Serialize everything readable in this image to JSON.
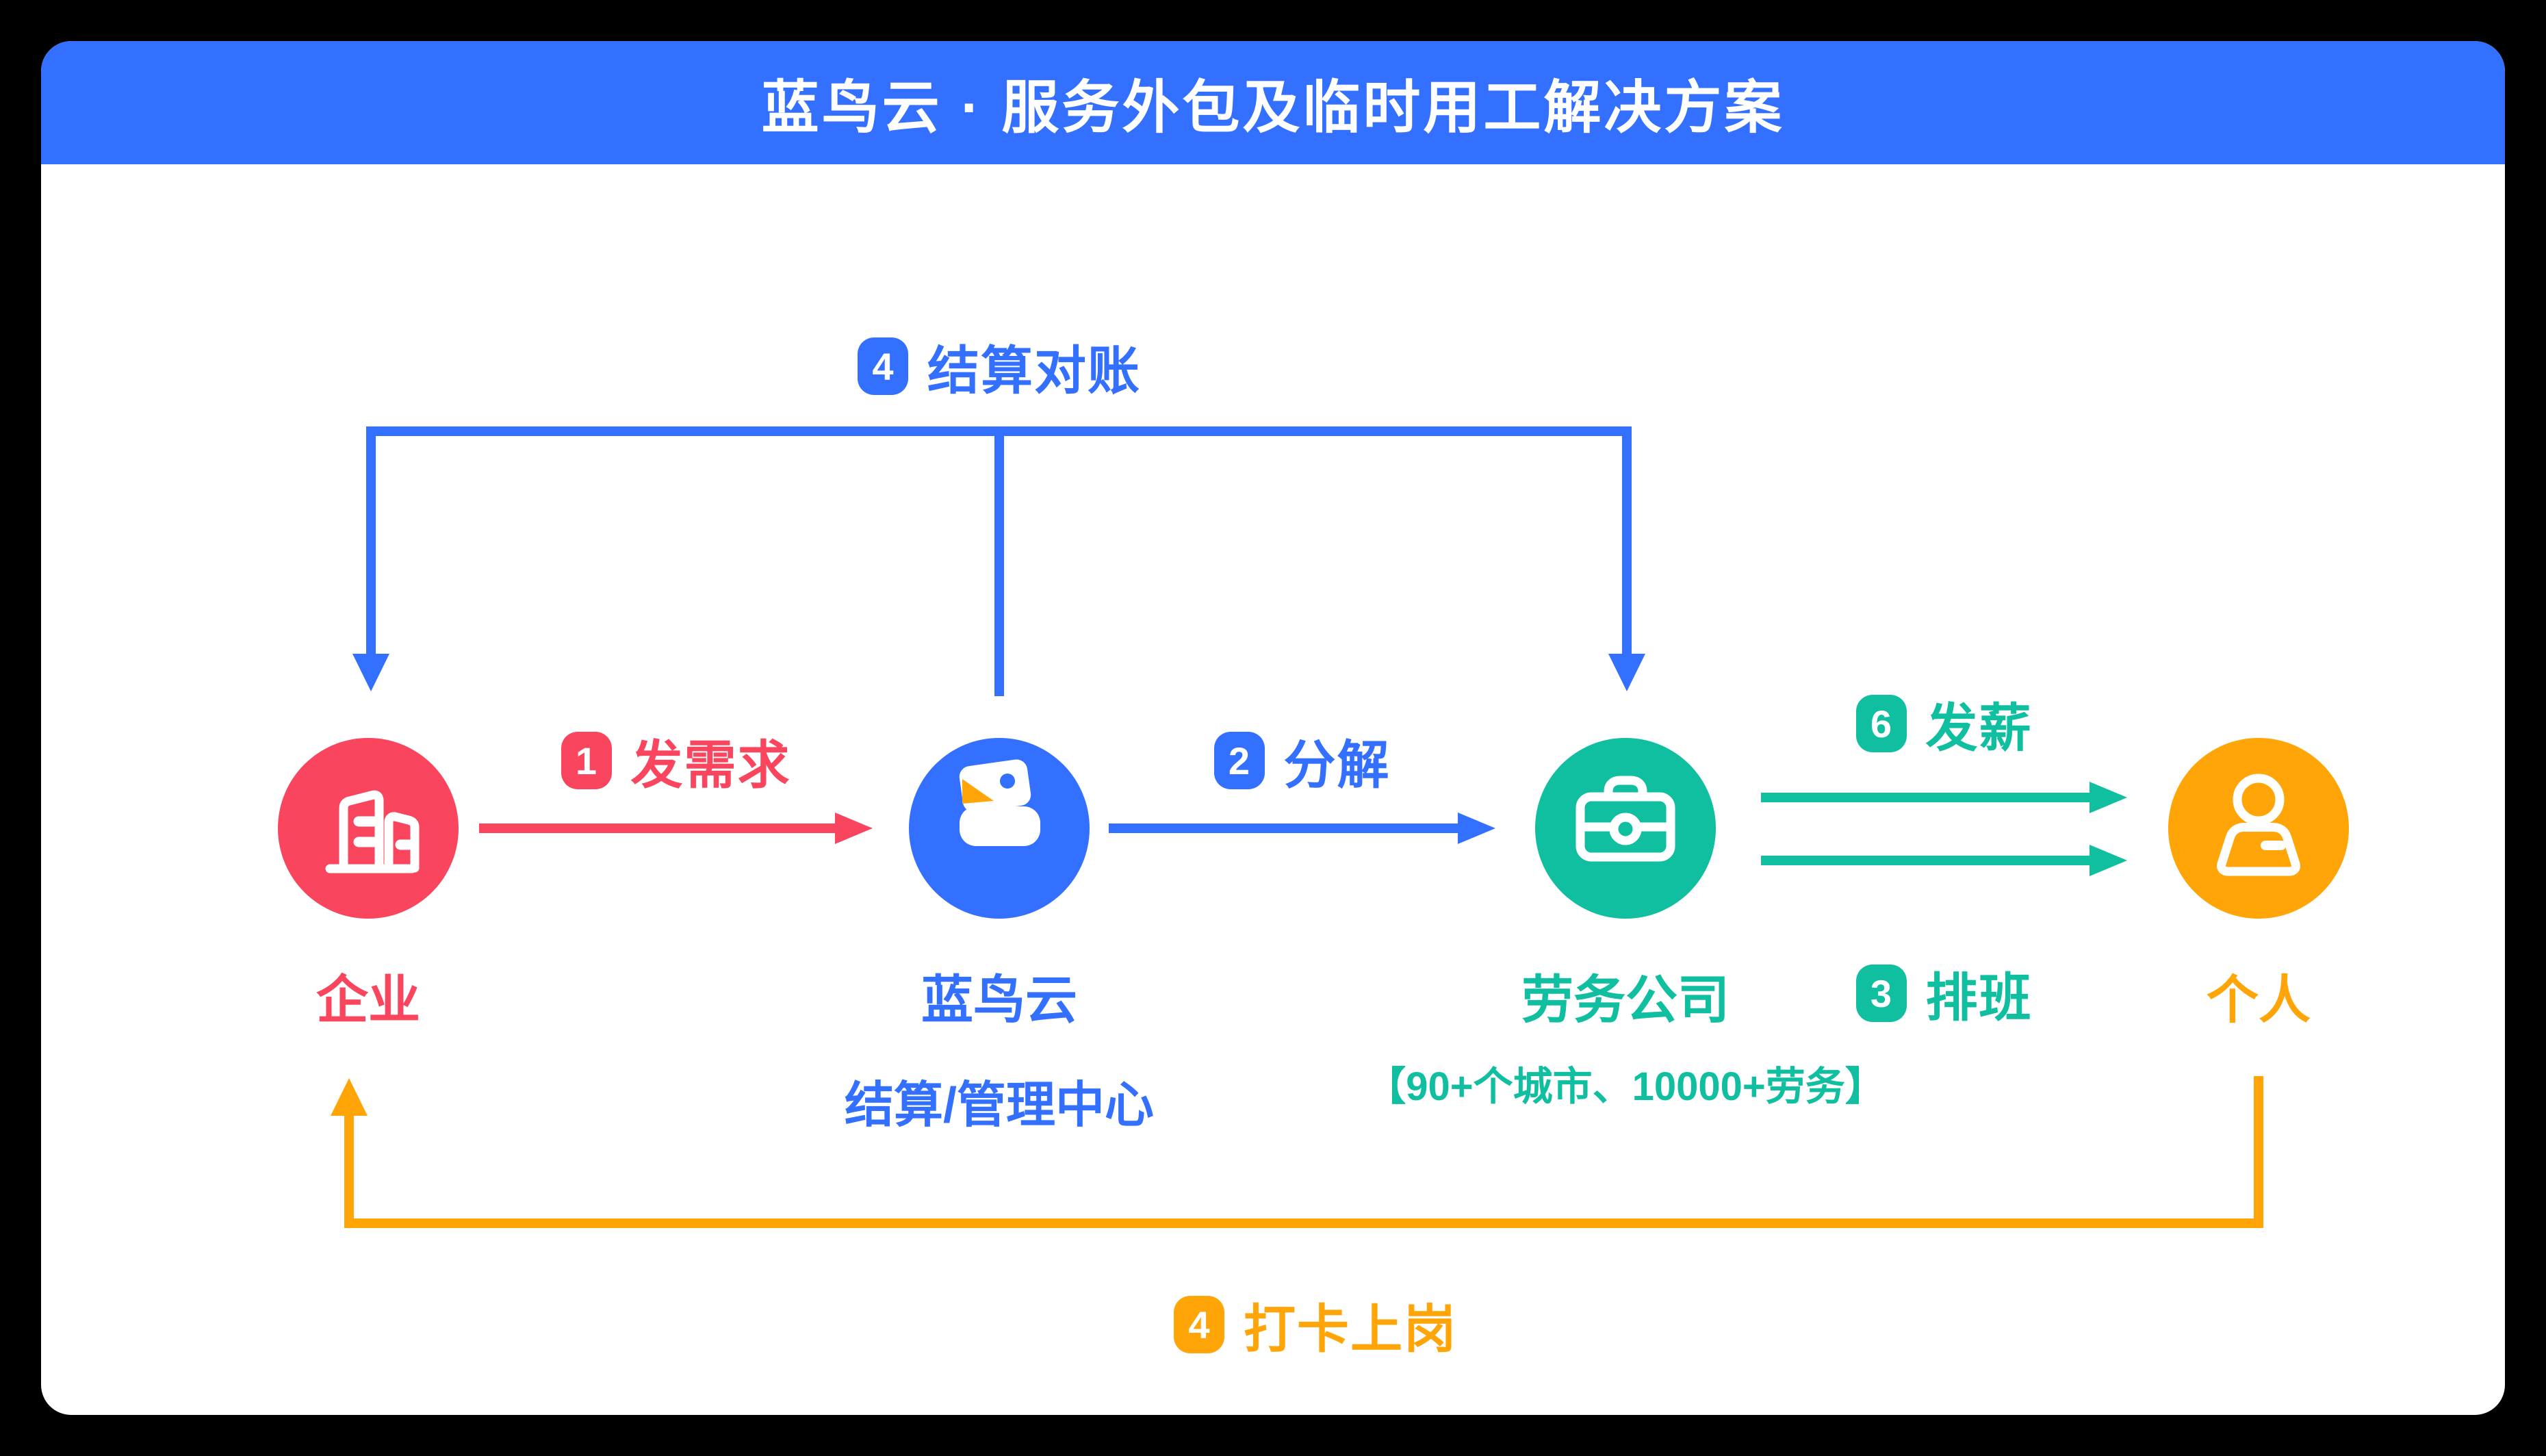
{
  "page": {
    "background": "#000000",
    "card_background": "#FFFFFF"
  },
  "header": {
    "title": "蓝鸟云 · 服务外包及临时用工解决方案",
    "background": "#3370FF",
    "text_color": "#FFFFFF"
  },
  "nodes": {
    "enterprise": {
      "label": "企业",
      "color": "#F9455E",
      "icon": "building-icon"
    },
    "lanniaoyun": {
      "label": "蓝鸟云",
      "sublabel": "结算/管理中心",
      "color": "#3370FF",
      "icon": "bird-logo-icon"
    },
    "labor_company": {
      "label": "劳务公司",
      "sublabel": "【90+个城市、10000+劳务】",
      "color": "#10BEA0",
      "icon": "briefcase-icon"
    },
    "individual": {
      "label": "个人",
      "color": "#FFA508",
      "icon": "person-icon"
    }
  },
  "flows": {
    "demand": {
      "step": "1",
      "label": "发需求",
      "color": "#F9455E"
    },
    "decompose": {
      "step": "2",
      "label": "分解",
      "color": "#3370FF"
    },
    "payroll": {
      "step": "6",
      "label": "发薪",
      "color": "#10BEA0"
    },
    "scheduling": {
      "step": "3",
      "label": "排班",
      "color": "#10BEA0"
    },
    "reconciliation": {
      "step": "4",
      "label": "结算对账",
      "color": "#3370FF"
    },
    "clock_in": {
      "step": "4",
      "label": "打卡上岗",
      "color": "#FFA508"
    }
  }
}
